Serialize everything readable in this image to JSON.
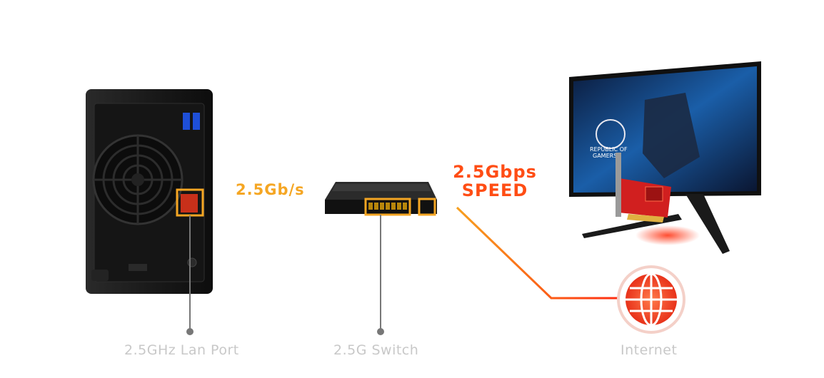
{
  "diagram": {
    "link_speed_label": "2.5Gb/s",
    "speed_line1": "2.5Gbps",
    "speed_line2": "SPEED",
    "monitor_screen_text_1": "REPUBLIC OF",
    "monitor_screen_text_2": "GAMERS",
    "labels": {
      "lan_port": "2.5GHz Lan Port",
      "switch": "2.5G Switch",
      "internet": "Internet"
    },
    "colors": {
      "link_orange": "#f5a623",
      "link_red": "#ff3a1a",
      "highlight_box": "#f5a623",
      "callout_line": "#777777",
      "label_gray": "#c8c8c8"
    }
  }
}
